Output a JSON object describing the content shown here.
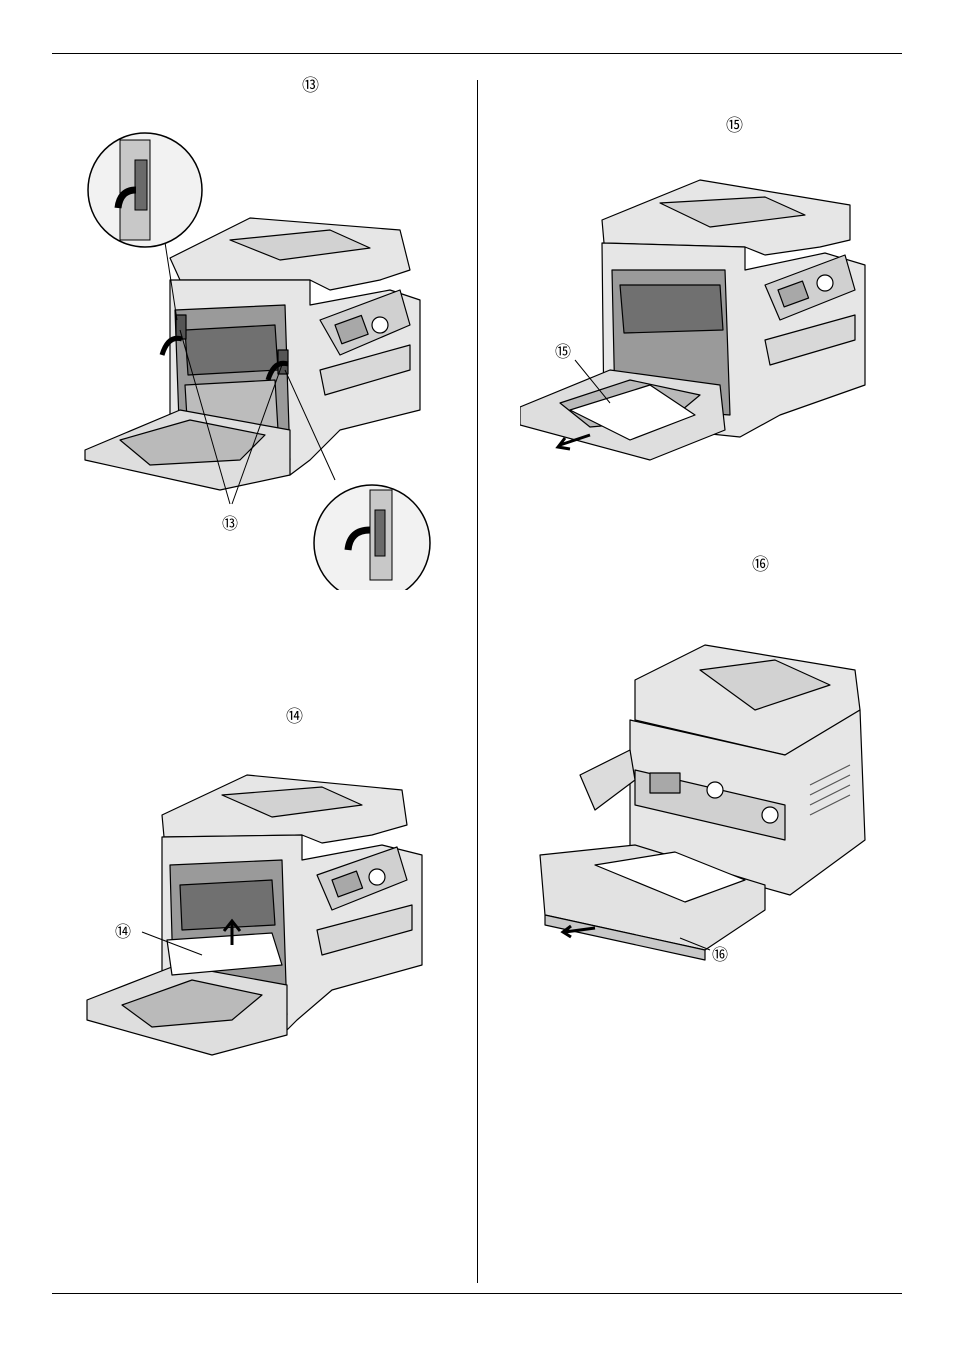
{
  "markers": {
    "m13": "⑬",
    "m14": "⑭",
    "m15": "⑮",
    "m16": "⑯"
  },
  "figures": {
    "fig13": {
      "callout": "⑬",
      "icons": [
        "lever-icon",
        "rotate-arrow-icon"
      ]
    },
    "fig14": {
      "callout": "⑭",
      "icons": [
        "up-arrow-icon"
      ]
    },
    "fig15": {
      "callout": "⑮",
      "icons": [
        "pull-arrow-icon"
      ]
    },
    "fig16": {
      "callout": "⑯",
      "icons": [
        "pull-arrow-icon"
      ]
    }
  },
  "colors": {
    "line": "#000000",
    "body_fill": "#e6e6e6",
    "shade": "#bdbdbd",
    "dark": "#6a6a6a"
  }
}
